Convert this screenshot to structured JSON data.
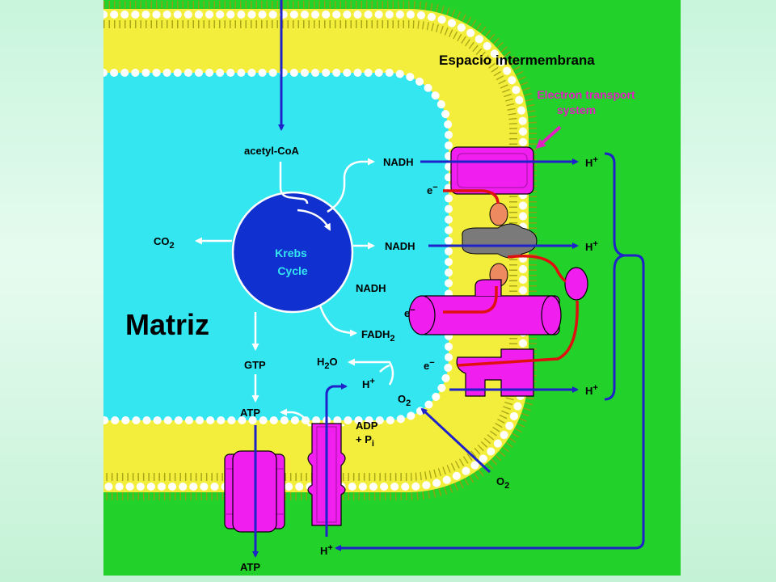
{
  "labels": {
    "intermembrane_space": "Espacio intermembrana",
    "ets_line1": "Electron transport",
    "ets_line2": "system",
    "matrix": "Matriz",
    "krebs_line1": "Krebs",
    "krebs_line2": "Cycle",
    "acetyl_coa": "acetyl-CoA",
    "co2": "CO",
    "co2_sub": "2",
    "nadh_1": "NADH",
    "nadh_2": "NADH",
    "nadh_3": "NADH",
    "fadh2": "FADH",
    "fadh2_sub": "2",
    "gtp": "GTP",
    "atp_1": "ATP",
    "atp_2": "ATP",
    "h2o_h": "H",
    "h2o_sub": "2",
    "h2o_o": "O",
    "h_in": "H",
    "o2_in": "O",
    "o2_in_sub": "2",
    "o2_out": "O",
    "o2_out_sub": "2",
    "adp": "ADP",
    "pi_plus": "+ P",
    "pi_sub": "i",
    "e_1": "e",
    "e_2": "e",
    "e_3": "e",
    "h_pump_1": "H",
    "h_pump_2": "H",
    "h_pump_3": "H",
    "h_bottom": "H",
    "plus": "+",
    "minus": "−"
  },
  "colors": {
    "cytosol_green": "#22d22a",
    "matrix_cyan": "#33e6f0",
    "membrane_yellow": "#f3ee3c",
    "lipid_head": "#ffffff",
    "protein_magenta": "#f01ff0",
    "ubiquinone_orange": "#ee8a60",
    "complex_gray": "#7a7a7a",
    "krebs_blue": "#1030d0",
    "arrow_blue": "#1e22c8",
    "electron_red": "#e01010",
    "ets_label": "#e020c0"
  }
}
